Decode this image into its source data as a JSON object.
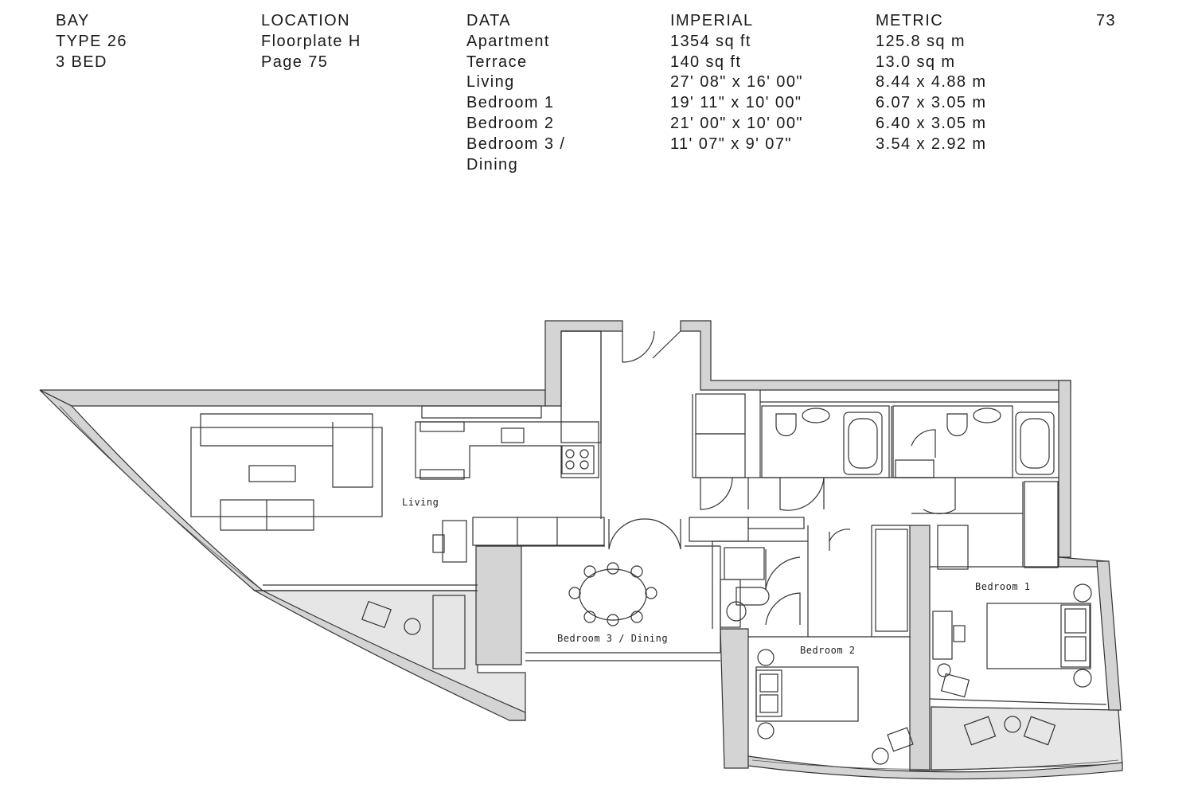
{
  "header": {
    "bay": [
      "BAY",
      "TYPE 26",
      "3 BED"
    ],
    "location": [
      "LOCATION",
      "Floorplate H",
      "Page 75"
    ],
    "data": [
      "DATA",
      "Apartment",
      "Terrace",
      "Living",
      "Bedroom 1",
      "Bedroom 2",
      "Bedroom 3 /",
      "Dining"
    ],
    "imperial": [
      "IMPERIAL",
      "1354 sq ft",
      "140 sq ft",
      "27' 08\" x 16' 00\"",
      "19' 11\" x 10' 00\"",
      "21' 00\" x 10' 00\"",
      "11' 07\" x 9' 07\""
    ],
    "metric": [
      "METRIC",
      "125.8 sq m",
      "13.0 sq m",
      "8.44 x 4.88 m",
      "6.07 x 3.05 m",
      "6.40 x 3.05 m",
      "3.54 x 2.92 m"
    ],
    "page_number": "73"
  },
  "plan": {
    "rooms": {
      "living": "Living",
      "bedroom_1": "Bedroom 1",
      "bedroom_2": "Bedroom 2",
      "bedroom_3": "Bedroom 3 / Dining"
    },
    "colors": {
      "wall": "#d4d4d4",
      "line": "#333333",
      "terrace": "#e6e6e6"
    }
  }
}
